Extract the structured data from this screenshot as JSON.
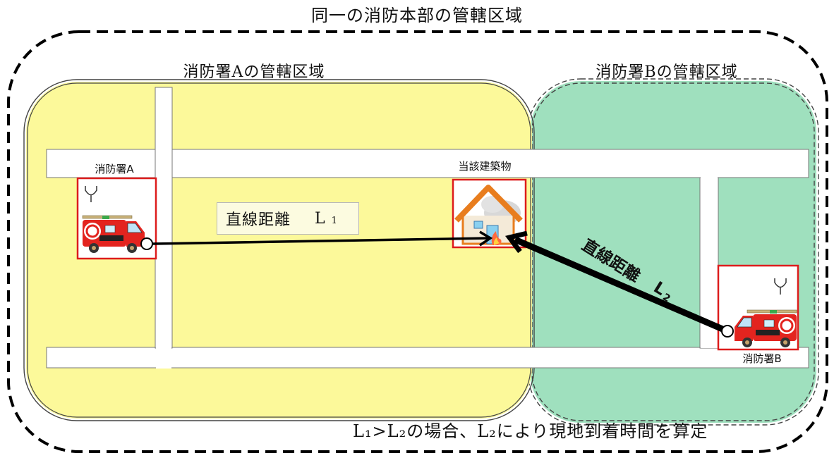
{
  "title": "同一の消防本部の管轄区域",
  "zone_a": {
    "title": "消防署Aの管轄区域",
    "color": "#fcf99a"
  },
  "zone_b": {
    "title": "消防署Bの管轄区域",
    "color": "#9fe0be"
  },
  "labels": {
    "station_a": "消防署A",
    "station_b": "消防署B",
    "building": "当該建築物"
  },
  "distance_1": {
    "label": "直線距離",
    "symbol": "L",
    "subscript": "1"
  },
  "distance_2": {
    "label": "直線距離",
    "symbol": "L",
    "subscript": "2"
  },
  "footnote": "L₁>L₂の場合、L₂により現地到着時間を算定",
  "colors": {
    "road": "#ffffff",
    "frame": "#dd1c1c",
    "arrow": "#000000",
    "truck": "#e3241f",
    "roof": "#e87d1e"
  },
  "icons": [
    "antenna-icon",
    "fire-truck-icon",
    "house-icon"
  ]
}
